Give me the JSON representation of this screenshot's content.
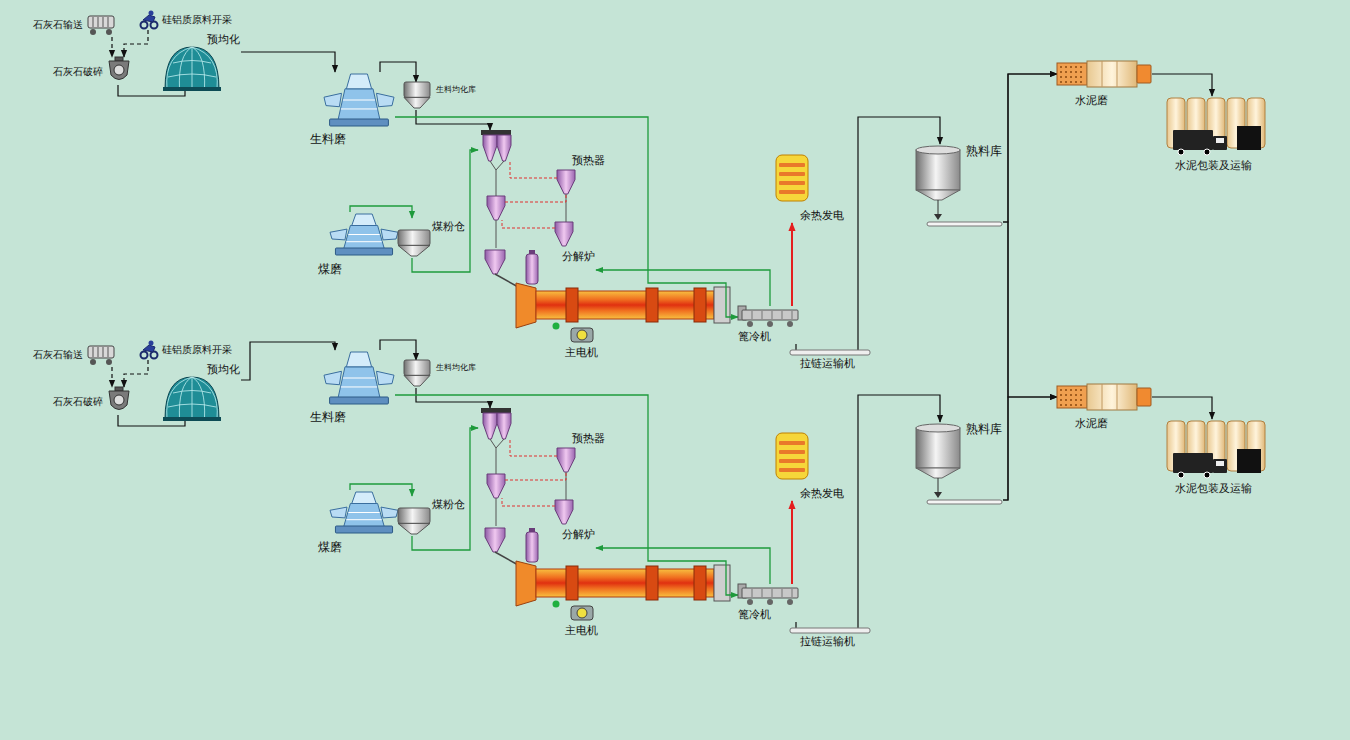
{
  "diagram": {
    "nodes": [
      {
        "text": [
          "石灰石输送"
        ]
      },
      {
        "text": [
          "硅铝质原料开采"
        ]
      },
      {
        "text": [
          "石灰石破碎"
        ]
      },
      {
        "text": [
          "预均化"
        ]
      },
      {
        "text": [
          "生料磨"
        ]
      },
      {
        "text": [
          "生料均化库"
        ]
      },
      {
        "text": [
          "预热器"
        ]
      },
      {
        "text": [
          "煤磨"
        ]
      },
      {
        "text": [
          "煤粉仓"
        ]
      },
      {
        "text": [
          "分解炉"
        ]
      },
      {
        "text": [
          "主电机"
        ]
      },
      {
        "text": [
          "篦冷机"
        ]
      },
      {
        "text": [
          "余热发电"
        ]
      },
      {
        "text": [
          "拉链运输机"
        ]
      },
      {
        "text": [
          "熟料库"
        ]
      },
      {
        "text": [
          "水泥磨"
        ]
      },
      {
        "text": [
          "水泥包装及运输"
        ]
      },
      {
        "text": [
          "石灰石输送"
        ]
      },
      {
        "text": [
          "硅铝质原料开采"
        ]
      },
      {
        "text": [
          "石灰石破碎"
        ]
      },
      {
        "text": [
          "预均化"
        ]
      },
      {
        "text": [
          "生料磨"
        ]
      },
      {
        "text": [
          "生料均化库"
        ]
      },
      {
        "text": [
          "预热器"
        ]
      },
      {
        "text": [
          "煤磨"
        ]
      },
      {
        "text": [
          "煤粉仓"
        ]
      },
      {
        "text": [
          "分解炉"
        ]
      },
      {
        "text": [
          "主电机"
        ]
      },
      {
        "text": [
          "篦冷机"
        ]
      },
      {
        "text": [
          "余热发电"
        ]
      },
      {
        "text": [
          "拉链运输机"
        ]
      },
      {
        "text": [
          "熟料库"
        ]
      },
      {
        "text": [
          "水泥磨"
        ]
      },
      {
        "text": [
          "水泥包装及运输"
        ]
      }
    ],
    "edges": [
      {
        "from": 0,
        "to": 2,
        "arrow": "to"
      },
      {
        "from": 1,
        "to": 2,
        "arrow": "to"
      },
      {
        "from": 2,
        "to": 3,
        "arrow": "none"
      },
      {
        "from": 3,
        "to": 4,
        "arrow": "to"
      },
      {
        "from": 4,
        "to": 5,
        "arrow": "to"
      },
      {
        "from": 5,
        "to": 6,
        "arrow": "to"
      },
      {
        "from": 7,
        "to": 8,
        "arrow": "to"
      },
      {
        "from": 8,
        "to": 6,
        "arrow": "to"
      },
      {
        "from": 4,
        "to": 11,
        "arrow": "to"
      },
      {
        "from": 11,
        "to": 9,
        "arrow": "to"
      },
      {
        "from": 11,
        "to": 12,
        "arrow": "to"
      },
      {
        "from": 11,
        "to": 13,
        "arrow": "none"
      },
      {
        "from": 13,
        "to": 14,
        "arrow": "to"
      },
      {
        "from": 14,
        "to": 15,
        "arrow": "to"
      },
      {
        "from": 15,
        "to": 16,
        "arrow": "to"
      },
      {
        "from": 17,
        "to": 19,
        "arrow": "to"
      },
      {
        "from": 18,
        "to": 19,
        "arrow": "to"
      },
      {
        "from": 19,
        "to": 20,
        "arrow": "none"
      },
      {
        "from": 20,
        "to": 21,
        "arrow": "to"
      },
      {
        "from": 21,
        "to": 22,
        "arrow": "to"
      },
      {
        "from": 22,
        "to": 23,
        "arrow": "to"
      },
      {
        "from": 24,
        "to": 25,
        "arrow": "to"
      },
      {
        "from": 25,
        "to": 23,
        "arrow": "to"
      },
      {
        "from": 21,
        "to": 28,
        "arrow": "to"
      },
      {
        "from": 28,
        "to": 26,
        "arrow": "to"
      },
      {
        "from": 28,
        "to": 29,
        "arrow": "to"
      },
      {
        "from": 28,
        "to": 30,
        "arrow": "none"
      },
      {
        "from": 30,
        "to": 31,
        "arrow": "to"
      },
      {
        "from": 31,
        "to": 32,
        "arrow": "to"
      },
      {
        "from": 32,
        "to": 33,
        "arrow": "to"
      },
      {
        "from": 14,
        "to": 32,
        "arrow": "to"
      },
      {
        "from": 31,
        "to": 15,
        "arrow": "to"
      }
    ]
  }
}
